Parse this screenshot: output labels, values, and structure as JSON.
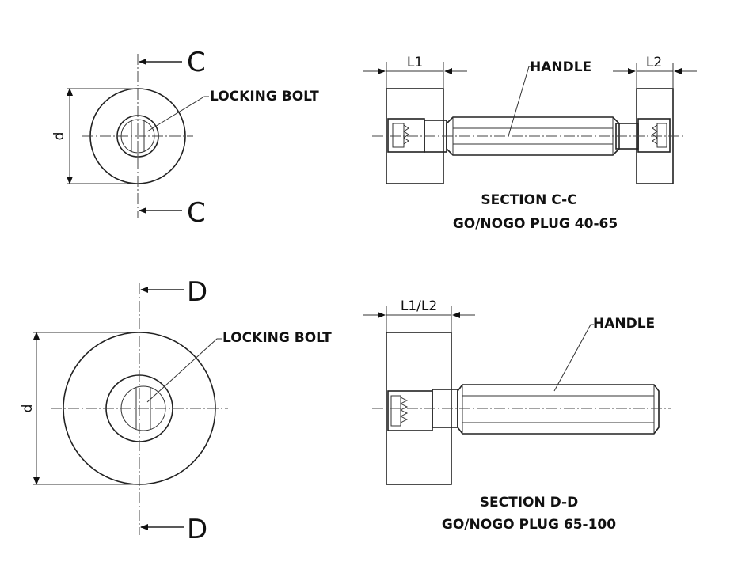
{
  "labels": {
    "locking_bolt_top": "LOCKING BOLT",
    "locking_bolt_bottom": "LOCKING BOLT",
    "handle_top": "HANDLE",
    "handle_bottom": "HANDLE",
    "section_cc_title": "SECTION C-C",
    "section_cc_subtitle": "GO/NOGO PLUG 40-65",
    "section_dd_title": "SECTION D-D",
    "section_dd_subtitle": "GO/NOGO PLUG 65-100",
    "cut_c_top": "C",
    "cut_c_bottom": "C",
    "cut_d_top": "D",
    "cut_d_bottom": "D",
    "dim_d_top": "d",
    "dim_d_bottom": "d",
    "dim_l1": "L1",
    "dim_l2": "L2",
    "dim_l1l2": "L1/L2"
  },
  "colors": {
    "line": "#222222",
    "text": "#111111",
    "background": "#ffffff"
  }
}
